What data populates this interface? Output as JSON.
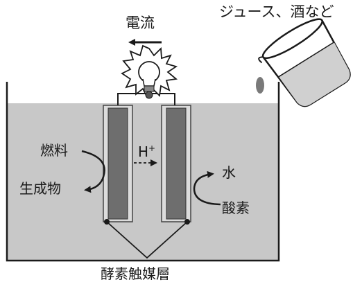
{
  "labels": {
    "current": "電流",
    "juice_alcohol": "ジュース、酒など",
    "fuel": "燃料",
    "product": "生成物",
    "proton": "H",
    "proton_charge": "+",
    "water": "水",
    "oxygen": "酸素",
    "enzyme_layer": "酵素触媒層"
  },
  "colors": {
    "liquid": "#c8c8c8",
    "electrode": "#6e6e6e",
    "electrode_frame": "#a9a9a9",
    "line": "#1a1a1a"
  }
}
